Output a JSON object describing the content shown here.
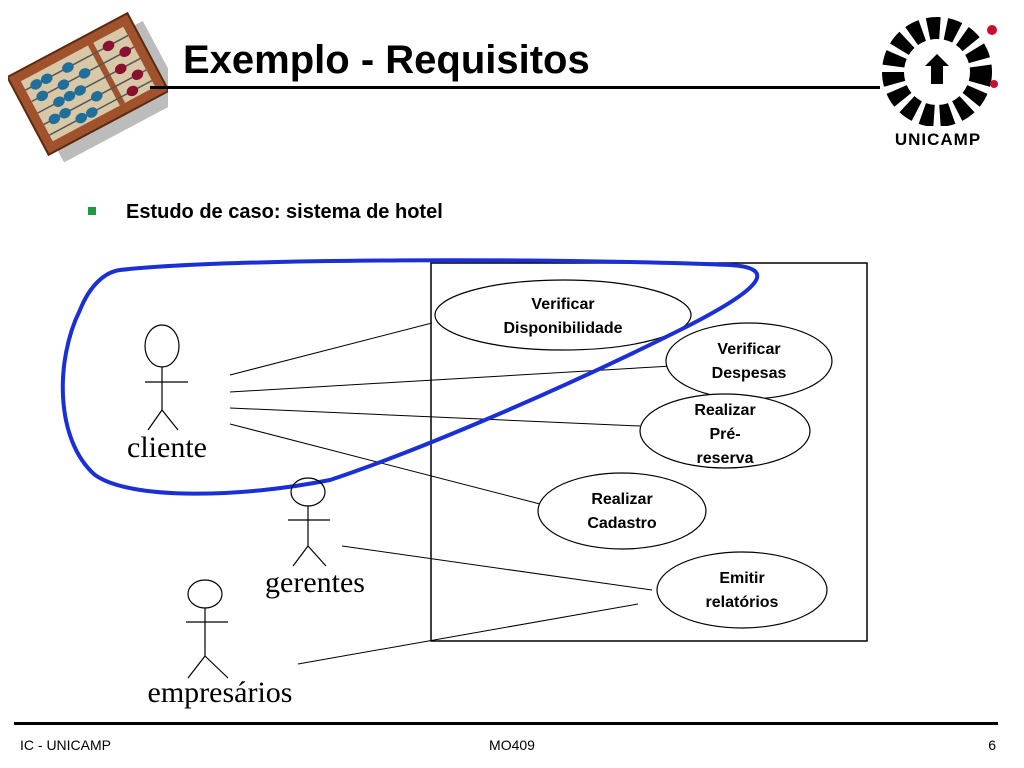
{
  "slide": {
    "title": "Exemplo - Requisitos",
    "bullet": "Estudo de caso: sistema de hotel",
    "logo_text": "UNICAMP"
  },
  "diagram": {
    "actors": {
      "cliente": "cliente",
      "gerentes": "gerentes",
      "empresarios": "empresários"
    },
    "use_cases": {
      "verificar_disponibilidade": [
        "Verificar",
        "Disponibilidade"
      ],
      "verificar_despesas": [
        "Verificar",
        "Despesas"
      ],
      "realizar_pre_reserva": [
        "Realizar",
        "Pré-",
        "reserva"
      ],
      "realizar_cadastro": [
        "Realizar",
        "Cadastro"
      ],
      "emitir_relatorios": [
        "Emitir",
        "relatórios"
      ]
    },
    "colors": {
      "highlight": "#1a2fd6",
      "abacus_blue": "#1f6f9a",
      "abacus_red": "#8a1030",
      "abacus_frame": "#a0522d"
    }
  },
  "footer": {
    "left": "IC - UNICAMP",
    "center": "MO409",
    "right": "6"
  }
}
